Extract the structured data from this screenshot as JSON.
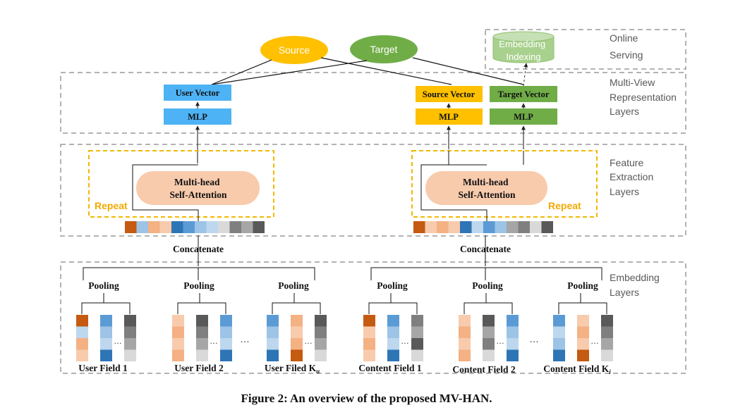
{
  "diagram": {
    "source": "Source",
    "target": "Target",
    "embedding_indexing": [
      "Embedding",
      "Indexing"
    ],
    "online_serving": [
      "Online",
      "Serving"
    ],
    "user_vector": "User Vector",
    "source_vector": "Source Vector",
    "target_vector": "Target Vector",
    "mlp": "MLP",
    "multi_head_attention": [
      "Multi-head",
      "Self-Attention"
    ],
    "repeat": "Repeat",
    "concatenate": "Concatenate",
    "pooling": "Pooling",
    "ellipsis": "…",
    "ellipsis_between_groups": "…",
    "layers": {
      "multi_view": [
        "Multi-View",
        "Representation",
        "Layers"
      ],
      "feature_extraction": [
        "Feature",
        "Extraction",
        "Layers"
      ],
      "embedding": [
        "Embedding",
        "Layers"
      ]
    },
    "user_fields": [
      "User Field 1",
      "User Field 2",
      "User Filed K"
    ],
    "user_fields_last_subscript": "u",
    "content_fields": [
      "Content Field 1",
      "Content Field 2",
      "Content Field K"
    ],
    "content_fields_last_subscript": "i"
  },
  "colors": {
    "source_ellipse": "#FFC000",
    "target_ellipse": "#70AD47",
    "blue_box": "#4DB3F5",
    "orange_box": "#FFC000",
    "green_box": "#70AD47",
    "attention_fill": "#F8CBAD",
    "repeat_text": "#F2A900",
    "dashed_border": "#9a9a9a",
    "layer_label": "#595959"
  },
  "caption": "Figure 2: An overview of the proposed MV-HAN."
}
